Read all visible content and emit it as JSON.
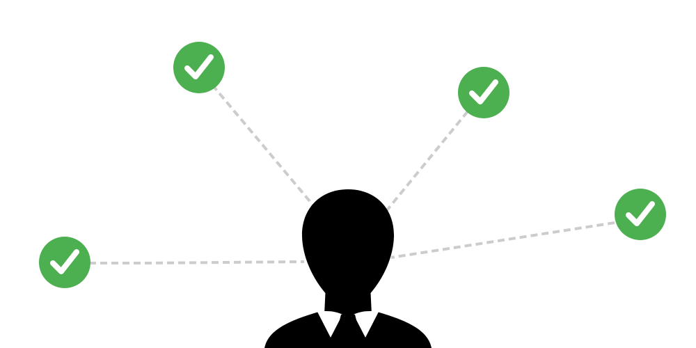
{
  "colors": {
    "background": "#ffffff",
    "check_circle": "#4caf50",
    "checkmark": "#ffffff",
    "connector": "#cccccc",
    "person": "#000000",
    "collar": "#ffffff"
  },
  "icons": {
    "center": "person-silhouette-icon",
    "satellite": "checkmark-circle-icon"
  },
  "satellites": [
    {
      "name": "check-node-top-left",
      "icon": "checkmark-circle-icon"
    },
    {
      "name": "check-node-top-right",
      "icon": "checkmark-circle-icon"
    },
    {
      "name": "check-node-right",
      "icon": "checkmark-circle-icon"
    },
    {
      "name": "check-node-left",
      "icon": "checkmark-circle-icon"
    }
  ]
}
